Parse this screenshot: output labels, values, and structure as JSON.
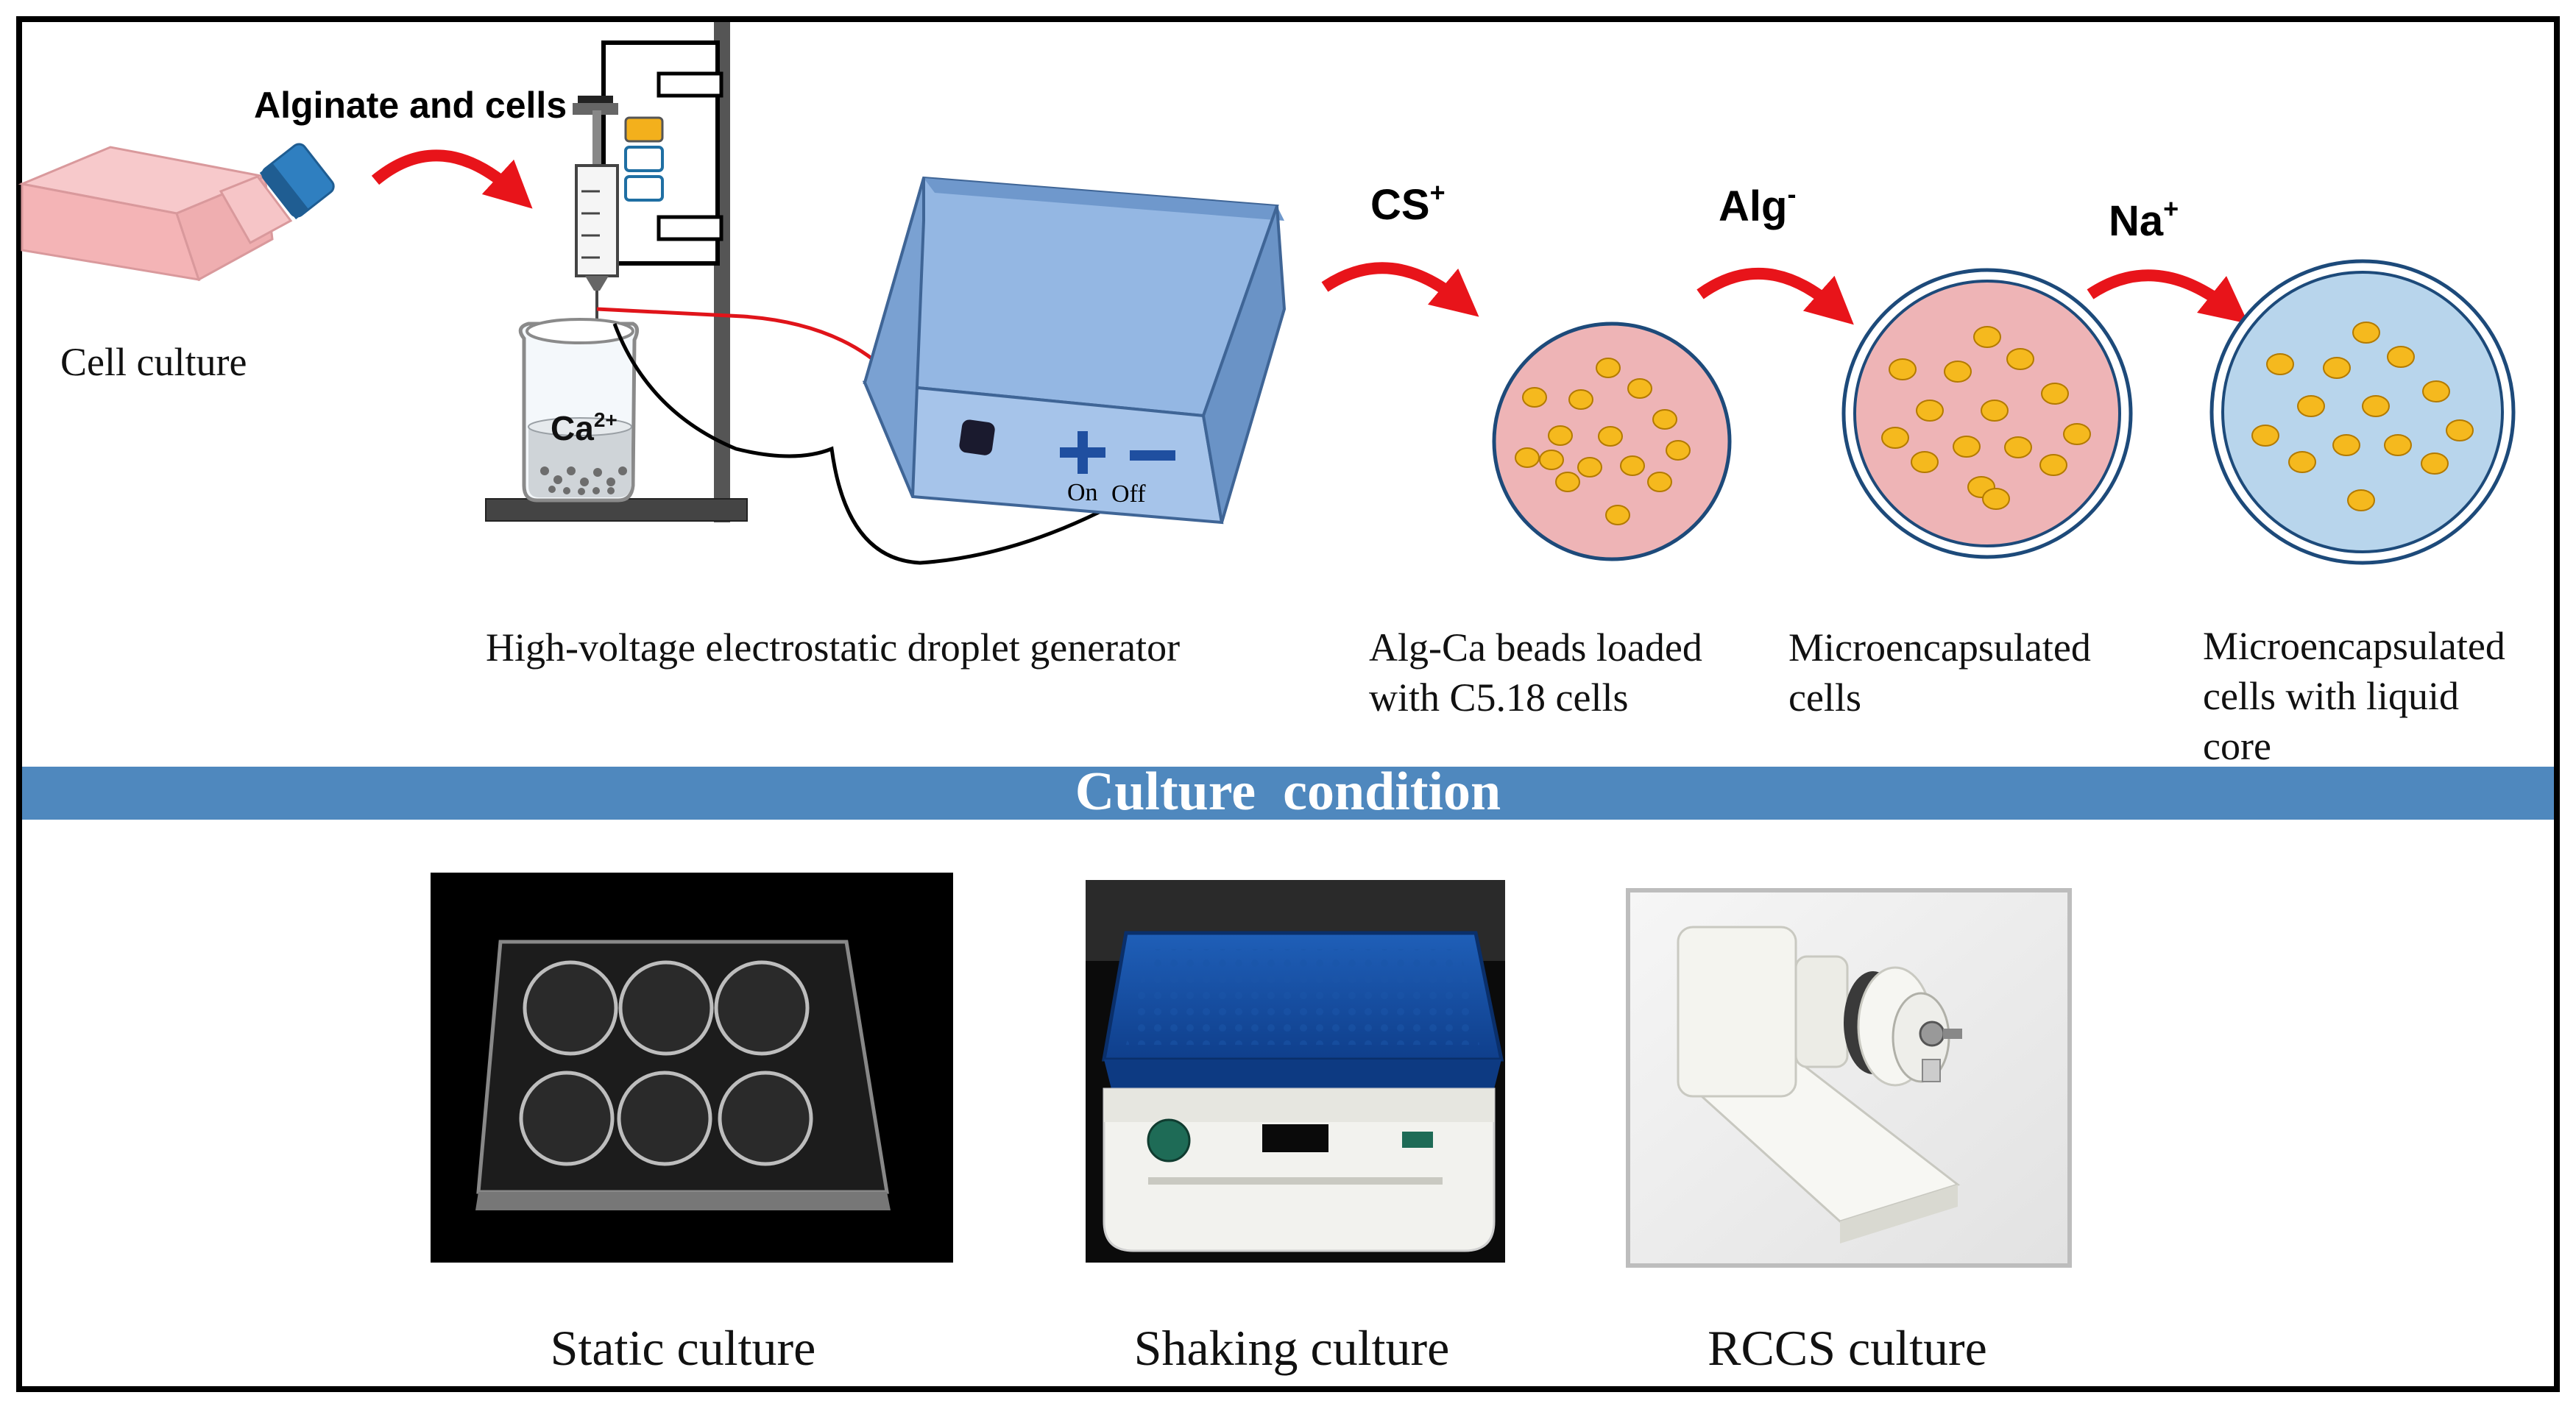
{
  "labels": {
    "alginate_cells": "Alginate and cells",
    "cell_culture": "Cell culture",
    "ca2": {
      "base": "Ca",
      "sup": "2+"
    },
    "on": "On",
    "off": "Off",
    "generator": "High-voltage electrostatic droplet generator",
    "cs_plus": {
      "base": "CS",
      "sup": "+"
    },
    "alg_minus": {
      "base": "Alg",
      "sup": "-"
    },
    "na_plus": {
      "base": "Na",
      "sup": "+"
    },
    "beads_line1": "Alg-Ca beads loaded",
    "beads_line2": "with C5.18 cells",
    "micro_line1": "Microencapsulated",
    "micro_line2": "cells",
    "liquid_line1": "Microencapsulated",
    "liquid_line2": "cells with liquid",
    "liquid_line3": "core"
  },
  "banner": {
    "title": "Culture  condition"
  },
  "culture": {
    "static_label": "Static culture",
    "shaking_label": "Shaking culture",
    "rccs_label": "RCCS culture"
  },
  "colors": {
    "border": "#000000",
    "banner": "#4f88be",
    "arrow": "#e8141a",
    "cell": "#f5b91e",
    "pink": "#eeb4b6",
    "blue_core": "#b8d5ec",
    "capsule_ring": "#1d4a7a",
    "generator_blue": "#86aede"
  }
}
